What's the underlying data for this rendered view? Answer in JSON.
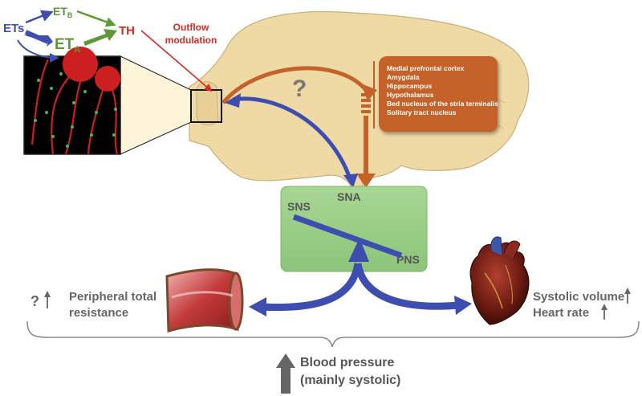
{
  "molecules": {
    "ets": "ETs",
    "eta": "ET",
    "eta_sub": "A",
    "etb": "ET",
    "etb_sub": "B",
    "th": "TH"
  },
  "outflow_label": [
    "Outflow",
    "modulation"
  ],
  "question_mark": "?",
  "brain_regions": [
    "Medial prefrontal cortex",
    "Amygdala",
    "Hippocampus",
    "Hypothalamus",
    "Bed nucleus of the stria terminalis",
    "Solitary tract nucleus"
  ],
  "balance": {
    "sna": "SNA",
    "sns": "SNS",
    "pns": "PNS"
  },
  "peripheral": {
    "prefix": "?",
    "line1": "Peripheral total",
    "line2": "resistance"
  },
  "cardiac": {
    "line1": "Systolic volume",
    "line2": "Heart rate"
  },
  "blood_pressure": {
    "line1": "Blood pressure",
    "line2": "(mainly systolic)"
  },
  "colors": {
    "blue": "#3d4eb0",
    "green": "#5c9a33",
    "red": "#d42a20",
    "orange": "#c4622a",
    "brain": "#efd9a4",
    "sna_box": "#9cd18a",
    "gray_text": "#666666"
  }
}
